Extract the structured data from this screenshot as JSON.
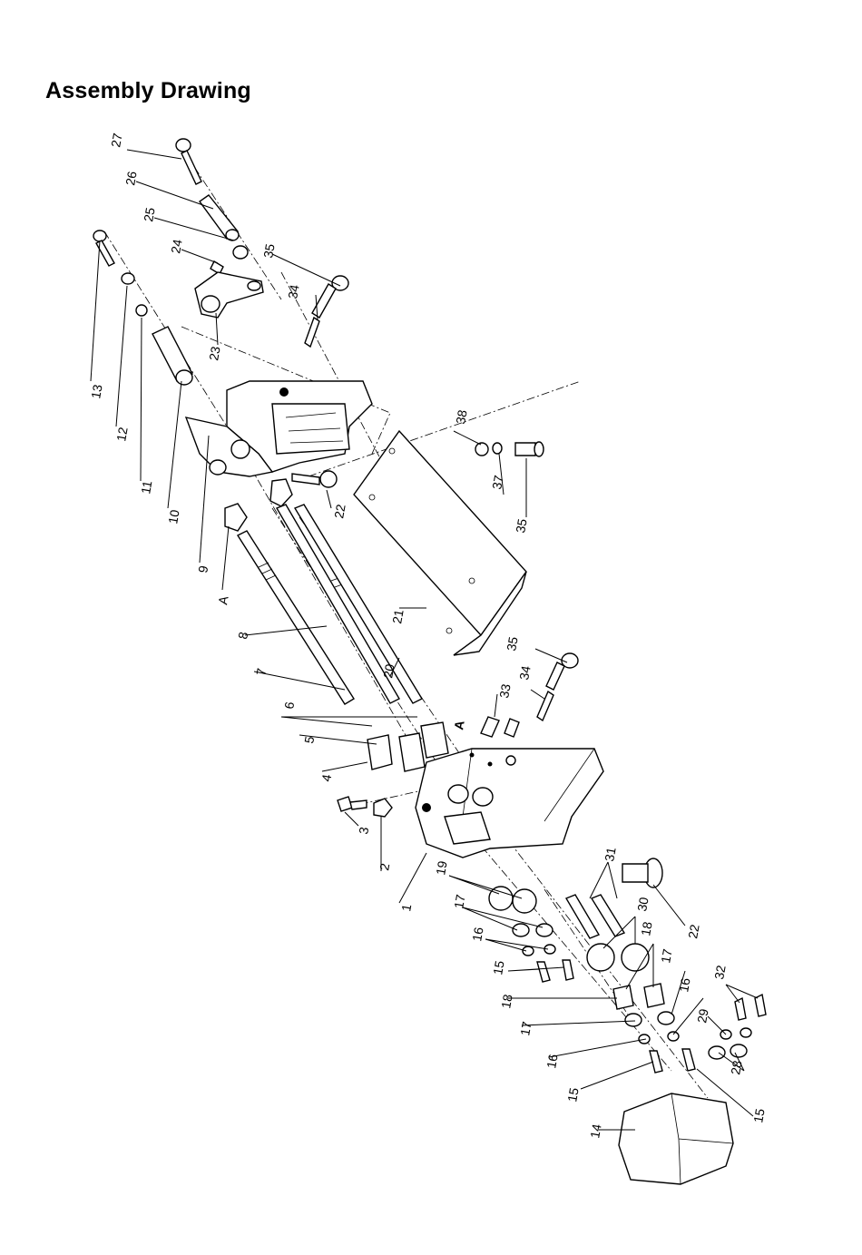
{
  "title": "Assembly Drawing",
  "callouts": [
    "27",
    "26",
    "25",
    "24",
    "23",
    "35",
    "34",
    "13",
    "12",
    "11",
    "10",
    "9",
    "A",
    "8",
    "7",
    "6",
    "5",
    "4",
    "3",
    "2",
    "1",
    "22",
    "38",
    "37",
    "35",
    "21",
    "20",
    "A",
    "35",
    "34",
    "33",
    "19",
    "17",
    "16",
    "15",
    "18",
    "17",
    "16",
    "15",
    "31",
    "30",
    "18",
    "17",
    "16",
    "22",
    "32",
    "29",
    "28",
    "15",
    "14"
  ]
}
